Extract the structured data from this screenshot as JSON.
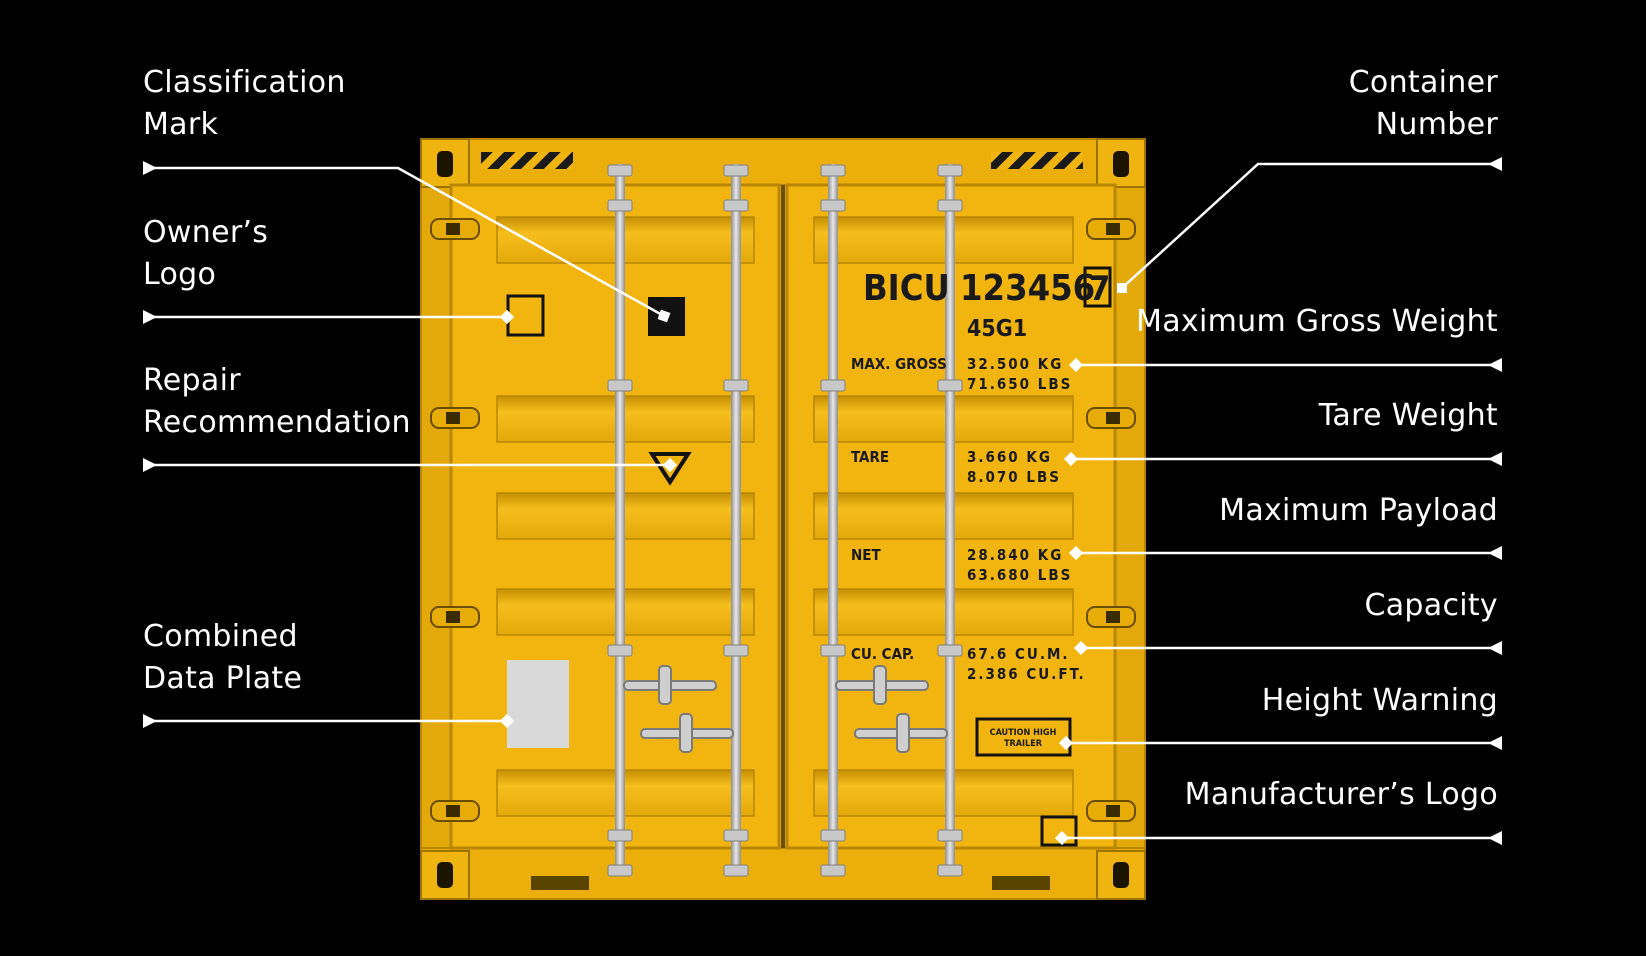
{
  "labels": {
    "classification_mark": [
      "Classification",
      "Mark"
    ],
    "owners_logo": [
      "Owner’s",
      "Logo"
    ],
    "repair_recommendation": [
      "Repair",
      "Recommendation"
    ],
    "combined_data_plate": [
      "Combined",
      "Data Plate"
    ],
    "container_number": [
      "Container",
      "Number"
    ],
    "maximum_gross_weight": "Maximum Gross Weight",
    "tare_weight": "Tare Weight",
    "maximum_payload": "Maximum Payload",
    "capacity": "Capacity",
    "height_warning": "Height Warning",
    "manufacturers_logo": "Manufacturer’s Logo"
  },
  "container": {
    "owner_prefix": "BICU",
    "serial": "123456",
    "check_digit": "7",
    "type_code": "45G1",
    "max_gross": {
      "label": "MAX. GROSS",
      "kg": "32.500 KG",
      "lbs": "71.650 LBS"
    },
    "tare": {
      "label": "TARE",
      "kg": "3.660 KG",
      "lbs": "8.070 LBS"
    },
    "net": {
      "label": "NET",
      "kg": "28.840 KG",
      "lbs": "63.680 LBS"
    },
    "capacity": {
      "label": "CU. CAP.",
      "m3": "67.6 CU.M.",
      "ft3": "2.386 CU.FT."
    },
    "caution": [
      "CAUTION HIGH",
      "TRAILER"
    ]
  },
  "colors": {
    "background": "#000000",
    "container_yellow": "#F2B50F",
    "container_shade": "#D9A006",
    "container_dark": "#A87A02",
    "label_text": "#FFFFFF",
    "data_plate": "#D9D9D9"
  }
}
